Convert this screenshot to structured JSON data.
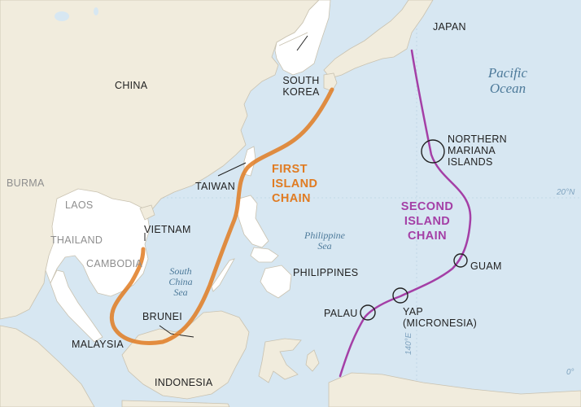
{
  "countries": {
    "japan": "JAPAN",
    "china": "CHINA",
    "south_korea": [
      "SOUTH",
      "KOREA"
    ],
    "taiwan": "TAIWAN",
    "burma": "BURMA",
    "laos": "LAOS",
    "thailand": "THAILAND",
    "vietnam": "VIETNAM",
    "cambodia": "CAMBODIA",
    "philippines": "PHILIPPINES",
    "brunei": "BRUNEI",
    "malaysia": "MALAYSIA",
    "indonesia": "INDONESIA"
  },
  "seas": {
    "pacific": [
      "Pacific",
      "Ocean"
    ],
    "philippine": [
      "Philippine",
      "Sea"
    ],
    "south_china": [
      "South",
      "China",
      "Sea"
    ]
  },
  "chains": {
    "first": [
      "FIRST",
      "ISLAND",
      "CHAIN"
    ],
    "second": [
      "SECOND",
      "ISLAND",
      "CHAIN"
    ]
  },
  "islands": {
    "northern_mariana": [
      "NORTHERN",
      "MARIANA",
      "ISLANDS"
    ],
    "guam": "GUAM",
    "yap": [
      "YAP",
      "(MICRONESIA)"
    ],
    "palau": "PALAU"
  },
  "grid": {
    "lat20": "20°N",
    "lat0": "0°",
    "lon140": "140°E"
  },
  "colors": {
    "sea": "#d7e7f2",
    "land": "#f1ecdd",
    "highlight_land": "#ffffff",
    "first_chain": "#e07b22",
    "second_chain": "#a43fa6"
  }
}
